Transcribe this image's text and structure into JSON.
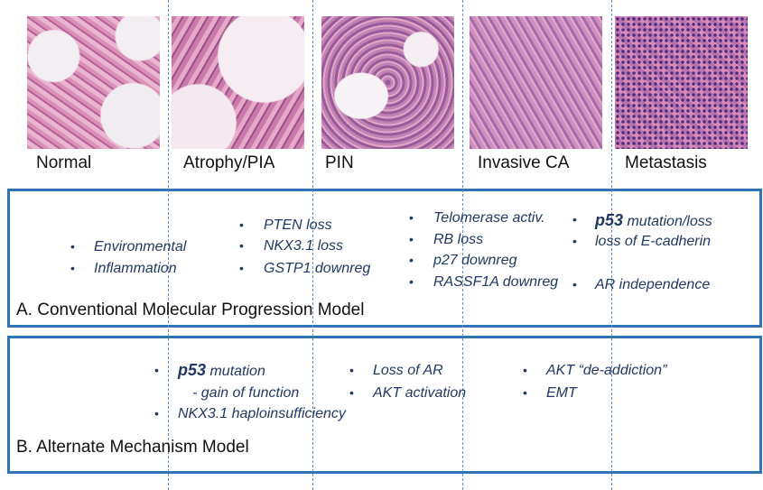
{
  "stages": [
    {
      "label": "Normal"
    },
    {
      "label": "Atrophy/PIA"
    },
    {
      "label": "PIN"
    },
    {
      "label": "Invasive CA"
    },
    {
      "label": "Metastasis"
    }
  ],
  "model_a": {
    "title": "A.  Conventional Molecular Progression Model",
    "col1": [
      "Environmental",
      "Inflammation"
    ],
    "col2": [
      "PTEN loss",
      "NKX3.1 loss",
      "GSTP1 downreg"
    ],
    "col3": [
      "Telomerase activ.",
      "RB loss",
      "p27 downreg",
      "RASSF1A downreg"
    ],
    "col4": {
      "p53_bold": "p53",
      "p53_rest": " mutation/loss",
      "items": [
        "loss of E-cadherin",
        "AR independence"
      ]
    }
  },
  "model_b": {
    "title": "B.  Alternate  Mechanism Model",
    "col1": {
      "p53_bold": "p53",
      "p53_rest": "  mutation",
      "sub": "- gain of function",
      "item": "NKX3.1 haploinsufficiency"
    },
    "col2": [
      "Loss of AR",
      "AKT activation"
    ],
    "col3": [
      "AKT “de-addiction”",
      "EMT"
    ]
  },
  "colors": {
    "box_border": "#2e75b6",
    "text": "#1f3864"
  }
}
